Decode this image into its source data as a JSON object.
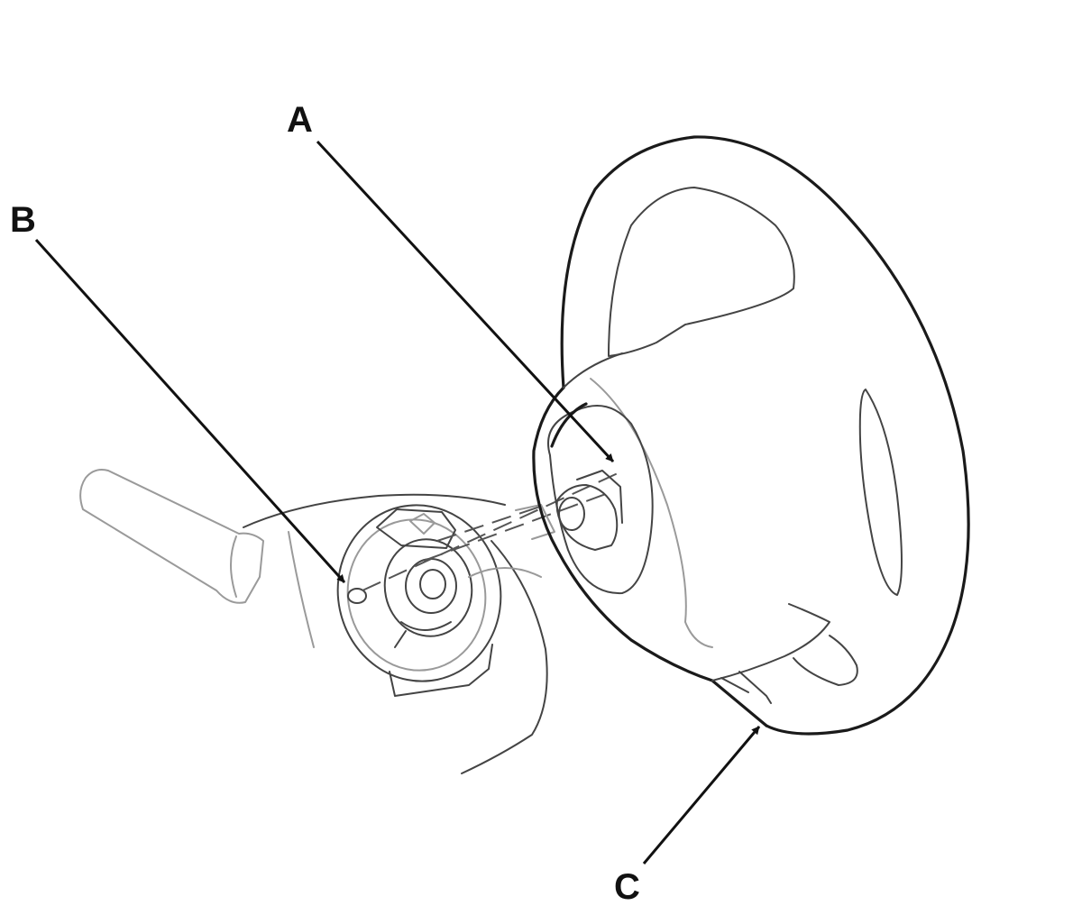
{
  "callouts": {
    "a": "A",
    "b": "B",
    "c": "C"
  },
  "colors": {
    "ink": "#111111",
    "outline": "#1a1a1a",
    "faint": "#9a9a9a",
    "background": "#ffffff"
  }
}
